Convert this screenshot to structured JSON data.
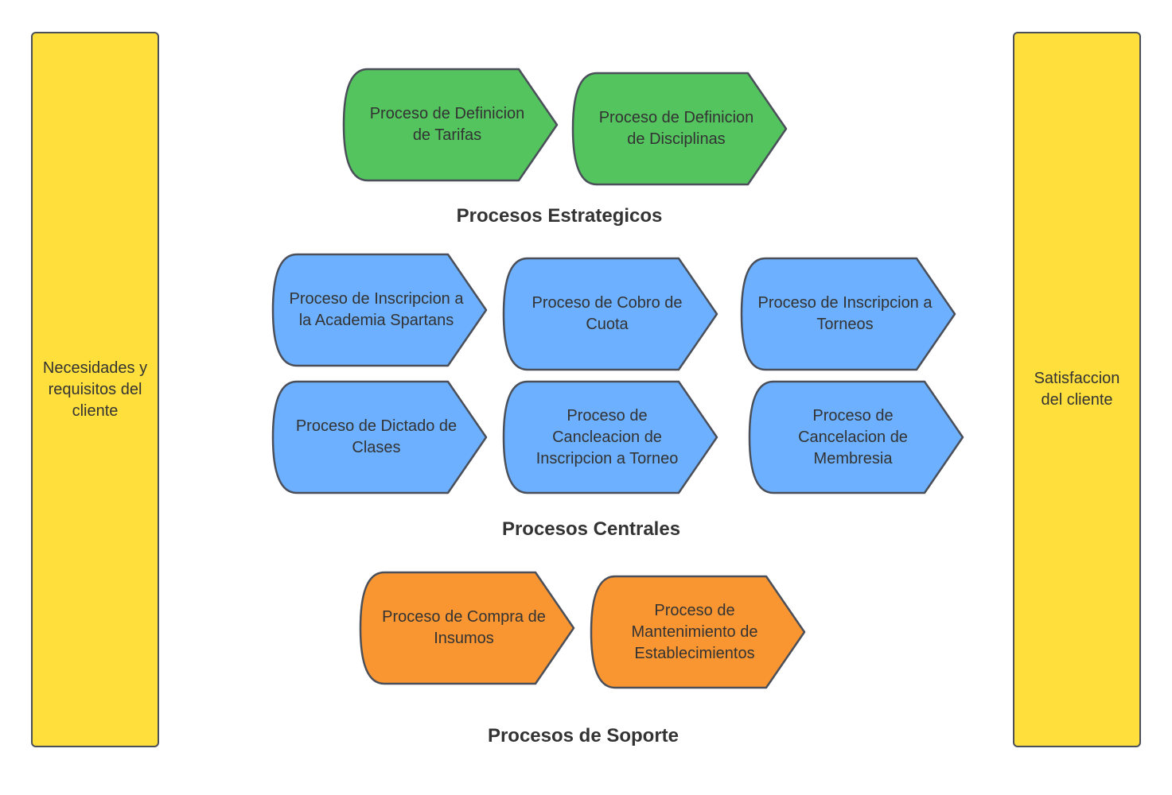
{
  "left_bar": {
    "label": "Necesidades y requisitos del cliente"
  },
  "right_bar": {
    "label": "Satisfaccion del cliente"
  },
  "colors": {
    "strategic": "#54c45e",
    "central": "#6cb0ff",
    "support": "#fa9632",
    "bar": "#ffdf3c",
    "border": "#4a4f59",
    "text": "#333333"
  },
  "sections": {
    "strategic": {
      "title": "Procesos Estrategicos",
      "processes": [
        {
          "label": "Proceso de Definicion de Tarifas"
        },
        {
          "label": "Proceso de Definicion de Disciplinas"
        }
      ]
    },
    "central": {
      "title": "Procesos Centrales",
      "processes": [
        {
          "label": "Proceso de Inscripcion a la Academia Spartans"
        },
        {
          "label": "Proceso de Cobro de Cuota"
        },
        {
          "label": "Proceso de Inscripcion a Torneos"
        },
        {
          "label": "Proceso de Dictado de Clases"
        },
        {
          "label": "Proceso de Cancleacion de Inscripcion a Torneo"
        },
        {
          "label": "Proceso de Cancelacion de Membresia"
        }
      ]
    },
    "support": {
      "title": "Procesos de Soporte",
      "processes": [
        {
          "label": "Proceso de Compra de Insumos"
        },
        {
          "label": "Proceso de Mantenimiento de Establecimientos"
        }
      ]
    }
  }
}
